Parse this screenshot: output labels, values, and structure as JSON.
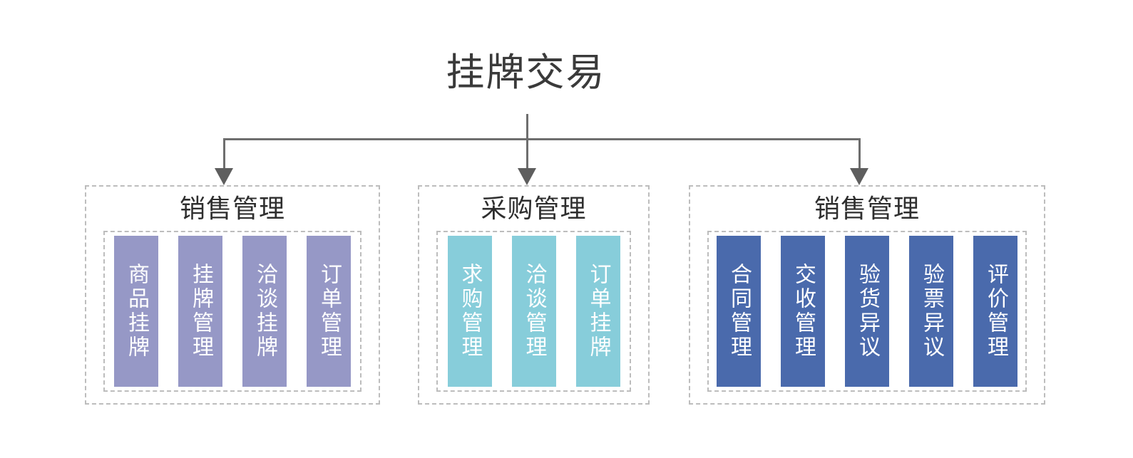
{
  "diagram": {
    "type": "hierarchy-tree",
    "root": {
      "label": "挂牌交易"
    },
    "connector": {
      "line_color": "#6e6e6e",
      "arrow_color": "#5e5e5e",
      "arrow_count": 3
    },
    "group_border_color": "#bdbdbd",
    "groups": [
      {
        "id": "sales-management-left",
        "title": "销售管理",
        "box_color": "#9698c6",
        "items": [
          {
            "label": "商品挂牌"
          },
          {
            "label": "挂牌管理"
          },
          {
            "label": "洽谈挂牌"
          },
          {
            "label": "订单管理"
          }
        ]
      },
      {
        "id": "purchase-management",
        "title": "采购管理",
        "box_color": "#87cdda",
        "items": [
          {
            "label": "求购管理"
          },
          {
            "label": "洽谈管理"
          },
          {
            "label": "订单挂牌"
          }
        ]
      },
      {
        "id": "sales-management-right",
        "title": "销售管理",
        "box_color": "#4a6aac",
        "items": [
          {
            "label": "合同管理"
          },
          {
            "label": "交收管理"
          },
          {
            "label": "验货异议"
          },
          {
            "label": "验票异议"
          },
          {
            "label": "评价管理"
          }
        ]
      }
    ]
  }
}
